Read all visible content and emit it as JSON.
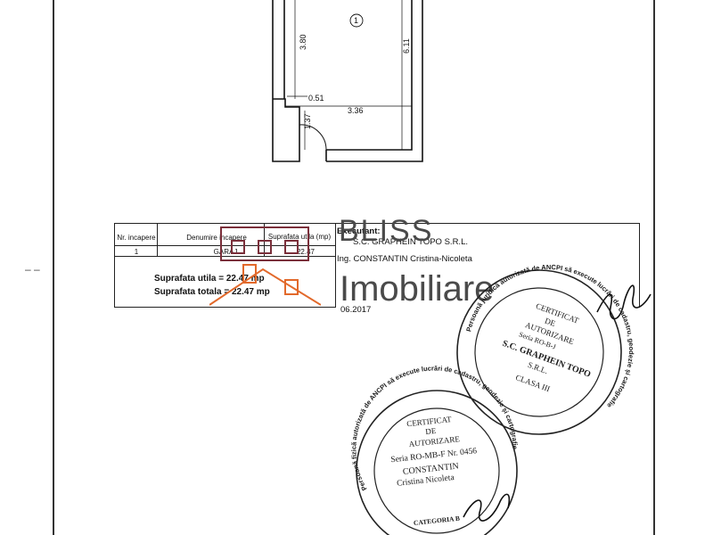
{
  "floor_plan": {
    "room_number": "1",
    "dimensions": {
      "left_height": "3.80",
      "right_height": "6.11",
      "offset_width": "0.51",
      "inner_width": "3.36",
      "door_width": "1.37"
    }
  },
  "room_table": {
    "headers": {
      "nr": "Nr. incapere",
      "denumire": "Denumire incapere",
      "suprafata": "Suprafata utila (mp)"
    },
    "rows": [
      {
        "nr": "1",
        "denumire": "GARAJ",
        "suprafata": "22.47"
      }
    ],
    "summary": {
      "utila": "Suprafata utila = 22.47 mp",
      "totala": "Suprafata totala = 22.47 mp"
    }
  },
  "executant": {
    "label": "Executant:",
    "company": "S.C. GRAPHEIN TOPO S.R.L.",
    "engineer": "Ing. CONSTANTIN Cristina-Nicoleta",
    "date": "06.2017"
  },
  "watermark": {
    "line1": "BLISS",
    "line2": "Imobiliare",
    "accent_color": "#e2692b",
    "box_color": "#7a2f3a"
  },
  "stamp_company": {
    "arc_text": "Persoană juridică autorizată de ANCPI să execute lucrări de cadastru, geodezie și cartografie",
    "lines": [
      "CERTIFICAT",
      "DE",
      "AUTORIZARE",
      "Seria RO-B-J",
      "S.C. GRAPHEIN TOPO",
      "S.R.L.",
      "CLASA III"
    ]
  },
  "stamp_person": {
    "arc_text": "Persoană fizică autorizată de ANCPI să execute lucrări de cadastru, geodezie și cartografie",
    "lines": [
      "CERTIFICAT",
      "DE",
      "AUTORIZARE",
      "Seria RO-MB-F Nr. 0456",
      "CONSTANTIN",
      "Cristina Nicoleta",
      "CATEGORIA B"
    ]
  }
}
